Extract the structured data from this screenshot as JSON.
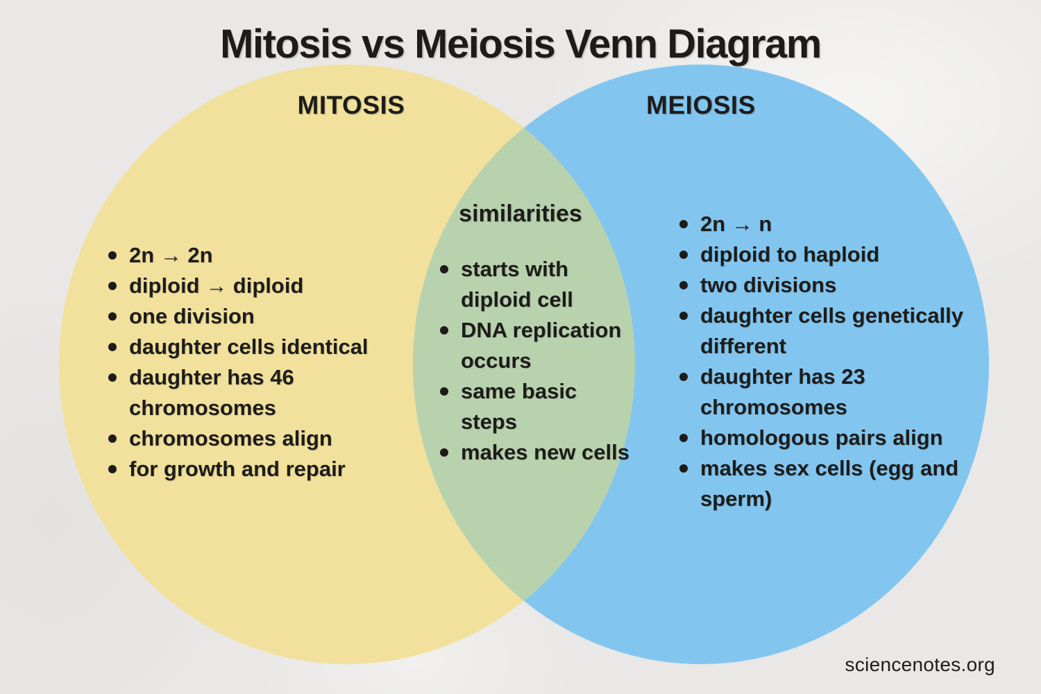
{
  "page": {
    "title": "Mitosis vs Meiosis Venn Diagram",
    "footer": "sciencenotes.org"
  },
  "colors": {
    "background": "#e9e8e6",
    "text": "#1d1c1a",
    "mitosis_fill": "#f1e19c",
    "meiosis_fill": "#82c6f0",
    "overlap_fill": "#b9d2ae"
  },
  "venn": {
    "left": {
      "label": "MITOSIS",
      "items": [
        "2n → 2n",
        "diploid → diploid",
        "one division",
        "daughter cells identical",
        "daughter has 46\nchromosomes",
        "chromosomes align",
        "for growth and repair"
      ]
    },
    "overlap": {
      "label": "similarities",
      "items": [
        "starts with\ndiploid cell",
        "DNA replication\noccurs",
        "same basic\nsteps",
        "makes new cells"
      ]
    },
    "right": {
      "label": "MEIOSIS",
      "items": [
        "2n → n",
        "diploid to haploid",
        "two divisions",
        "daughter cells genetically\ndifferent",
        "daughter has 23\nchromosomes",
        "homologous pairs align",
        "makes sex cells (egg and\nsperm)"
      ]
    }
  }
}
